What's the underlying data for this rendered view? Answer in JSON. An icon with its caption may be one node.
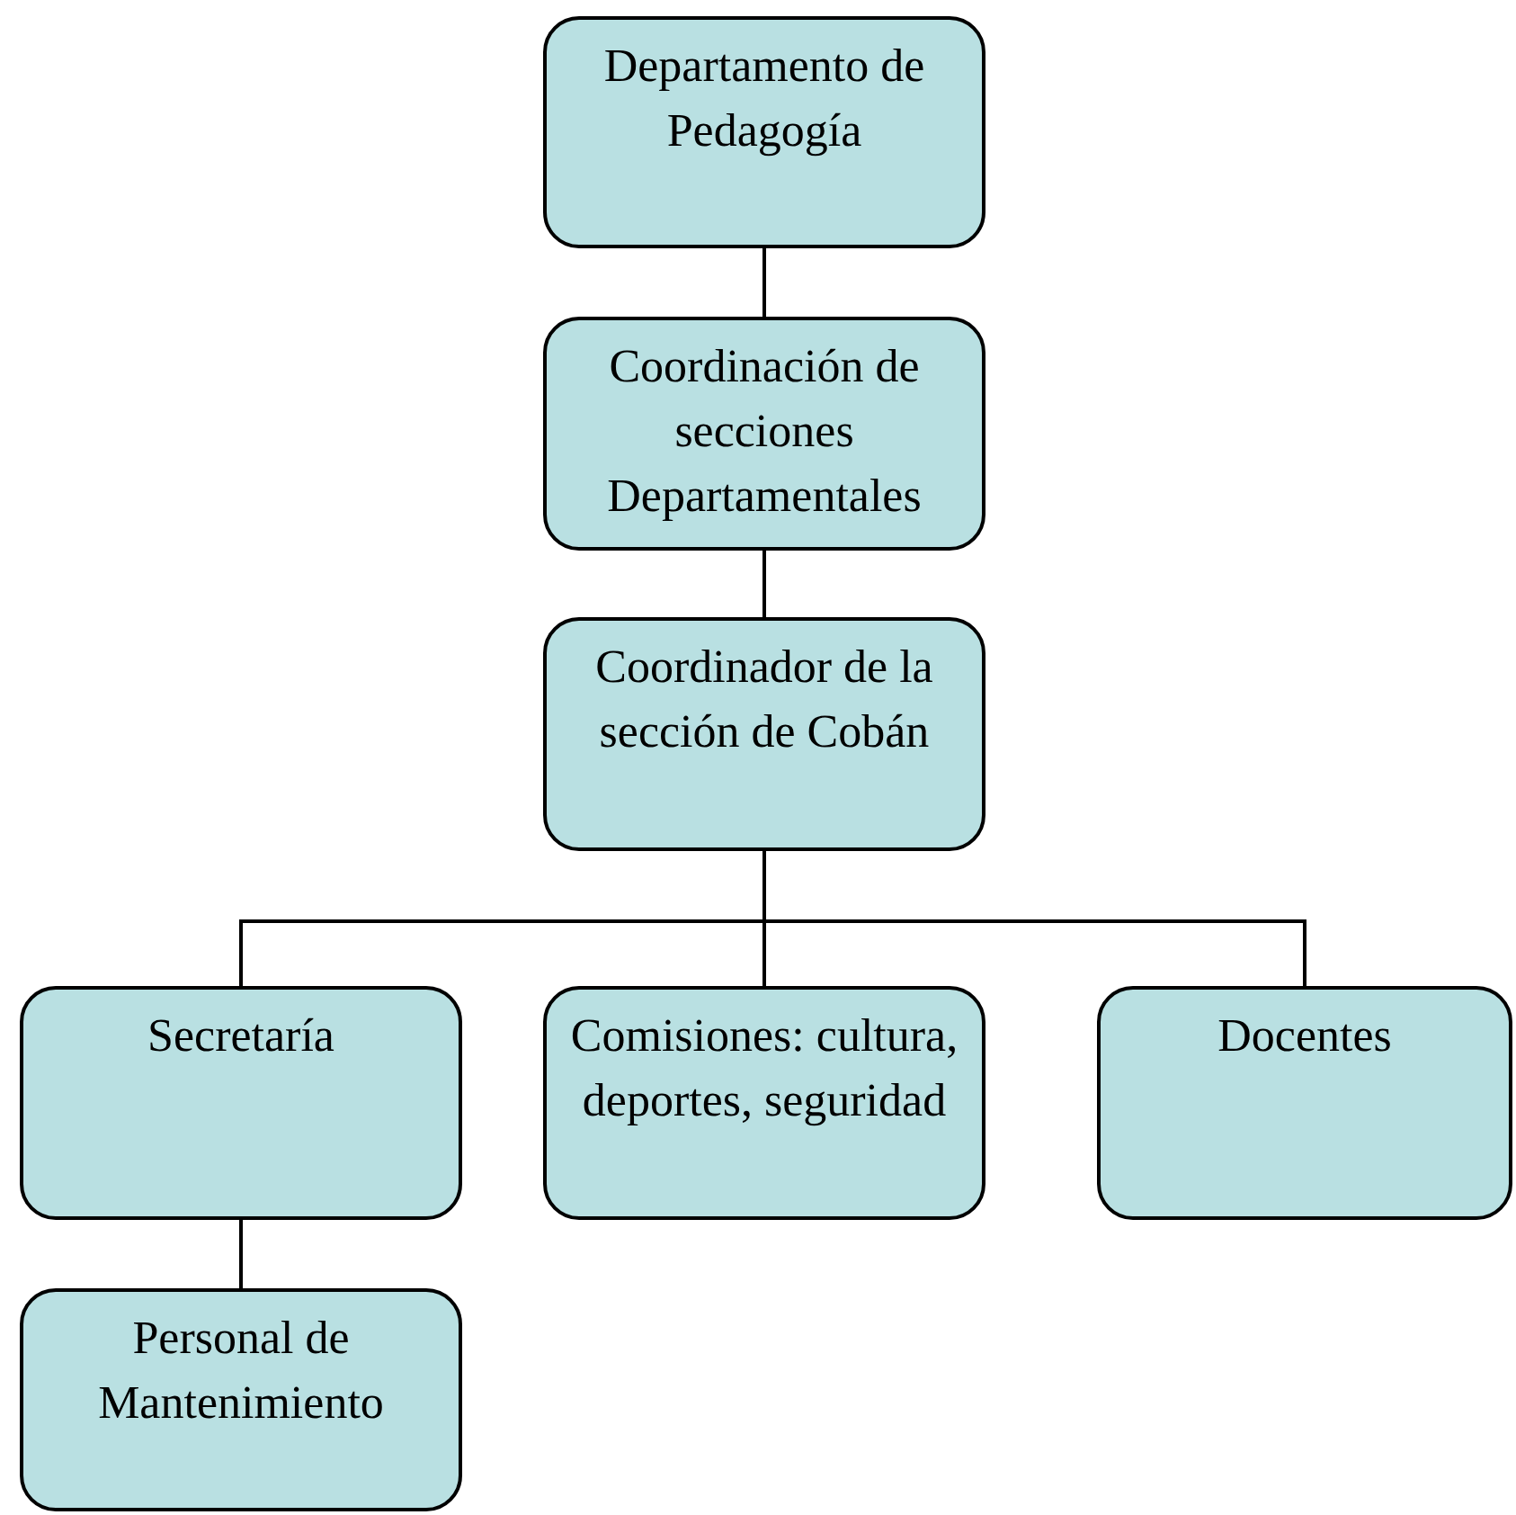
{
  "diagram": {
    "nodes": [
      {
        "text": [
          "Departamento de Pedagogía"
        ]
      },
      {
        "text": [
          "Coordinación de secciones Departamentales"
        ]
      },
      {
        "text": [
          "Coordinador de la sección de Cobán"
        ]
      },
      {
        "text": [
          "Secretaría"
        ]
      },
      {
        "text": [
          "Comisiones: cultura, deportes, seguridad"
        ]
      },
      {
        "text": [
          "Docentes"
        ]
      },
      {
        "text": [
          "Personal de Mantenimiento"
        ]
      }
    ],
    "edges": [
      {
        "from": 0,
        "to": 1,
        "arrow": "none"
      },
      {
        "from": 1,
        "to": 2,
        "arrow": "none"
      },
      {
        "from": 2,
        "to": 3,
        "arrow": "none"
      },
      {
        "from": 2,
        "to": 4,
        "arrow": "none"
      },
      {
        "from": 2,
        "to": 5,
        "arrow": "none"
      },
      {
        "from": 3,
        "to": 6,
        "arrow": "none"
      }
    ]
  }
}
